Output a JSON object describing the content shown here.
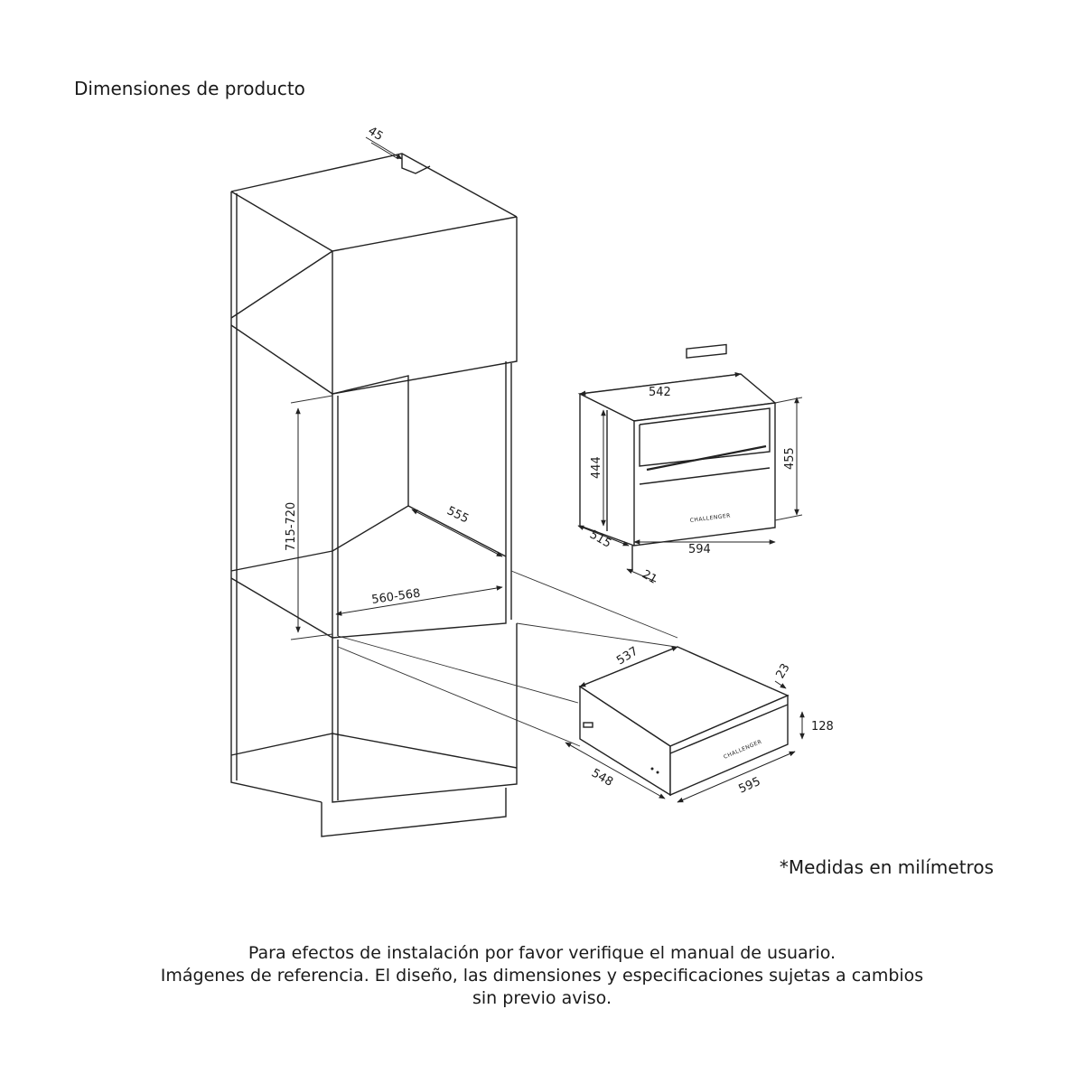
{
  "title": "Dimensiones de producto",
  "units_note": "*Medidas en milímetros",
  "footer": {
    "line1": "Para efectos de instalación por favor verifique el manual de usuario.",
    "line2": "Imágenes de referencia. El diseño, las dimensiones y especificaciones sujetas a cambios",
    "line3": "sin previo aviso."
  },
  "cabinet": {
    "dim_top_gap": "45",
    "dim_niche_height": "715-720",
    "dim_niche_depth": "555",
    "dim_niche_width": "560-568"
  },
  "oven": {
    "brand": "CHALLENGER",
    "dim_width_top": "542",
    "dim_height_body": "444",
    "dim_height_front": "455",
    "dim_depth": "515",
    "dim_width_front": "594",
    "dim_front_thickness": "21"
  },
  "drawer": {
    "brand": "CHALLENGER",
    "dim_depth_top": "537",
    "dim_front_thickness": "23",
    "dim_height": "128",
    "dim_depth_side": "548",
    "dim_width_front": "595"
  }
}
